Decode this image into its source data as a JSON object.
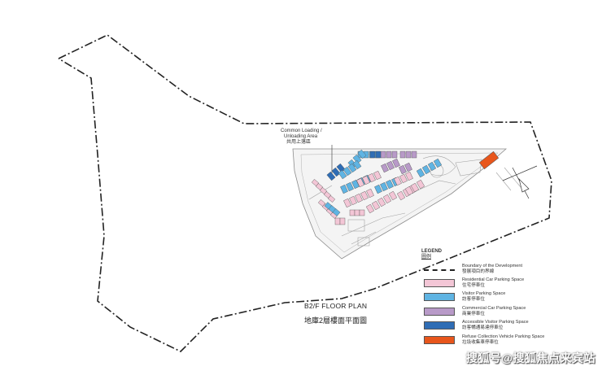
{
  "annotation": {
    "line1": "Common Loading /",
    "line2": "Unloading Area",
    "line3": "共用上落區"
  },
  "plan_title": {
    "en": "B2/F FLOOR PLAN",
    "zh": "地庫2層樓面平面圖"
  },
  "legend": {
    "title": "LEGEND",
    "title_zh": "圖例",
    "items": [
      {
        "en": "Boundary of the Development",
        "zh": "發展項目的界線",
        "kind": "line"
      },
      {
        "en": "Residential Car Parking Space",
        "zh": "住宅停車位",
        "color": "#f3c6d6"
      },
      {
        "en": "Visitor Parking Space",
        "zh": "訪客停車位",
        "color": "#5fb4e3"
      },
      {
        "en": "Commercial Car Parking Space",
        "zh": "商業停車位",
        "color": "#b89ac8"
      },
      {
        "en": "Accessible Visitor Parking Space",
        "zh": "訪客暢通易達停車位",
        "color": "#2f6db5"
      },
      {
        "en": "Refuse Collection Vehicle Parking Space",
        "zh": "垃圾收集車停車位",
        "color": "#e8561c"
      }
    ]
  },
  "watermark": "搜狐号@搜狐焦点来宾站",
  "colors": {
    "residential": "#f3c6d6",
    "visitor": "#5fb4e3",
    "commercial": "#b89ac8",
    "accessible": "#2f6db5",
    "refuse": "#e8561c",
    "structure": "#9a9a9a"
  }
}
